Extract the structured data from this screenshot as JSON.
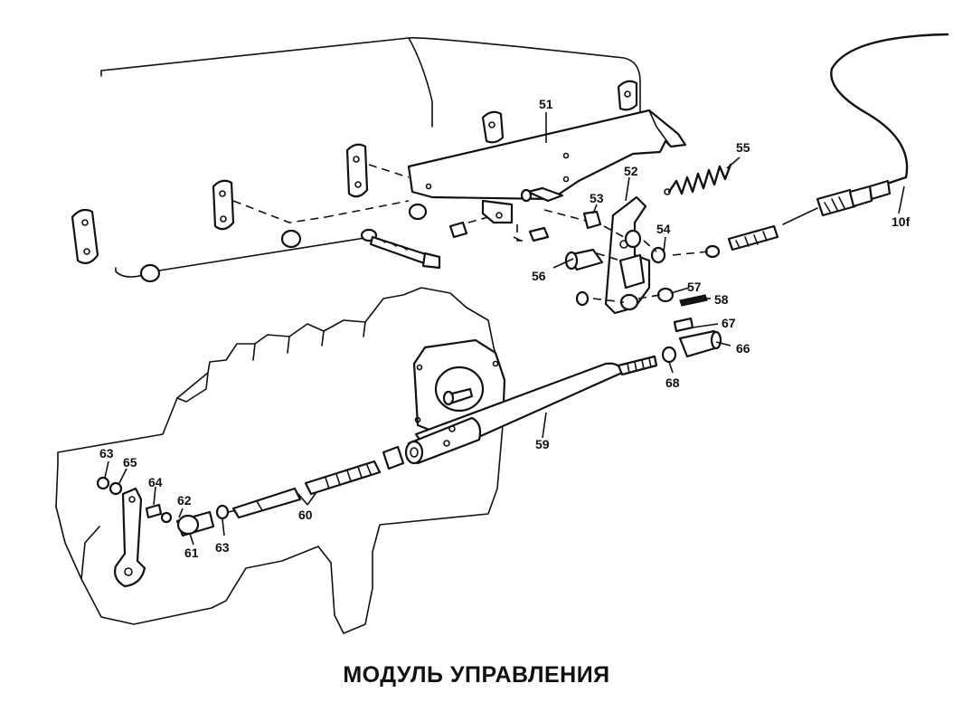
{
  "caption": "МОДУЛЬ УПРАВЛЕНИЯ",
  "labels": {
    "p51": "51",
    "p52": "52",
    "p53": "53",
    "p54": "54",
    "p55": "55",
    "p56": "56",
    "p57": "57",
    "p58": "58",
    "p59": "59",
    "p60": "60",
    "p61": "61",
    "p62": "62",
    "p63a": "63",
    "p63b": "63",
    "p64": "64",
    "p65": "65",
    "p66": "66",
    "p67": "67",
    "p68": "68",
    "p10f": "10f"
  }
}
